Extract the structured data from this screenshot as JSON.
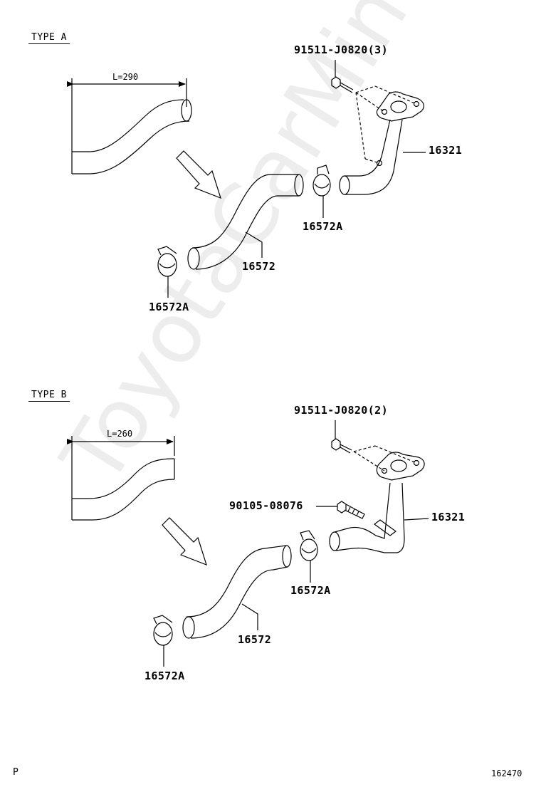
{
  "watermark": "ToyotaCarMine.ru",
  "type_a": {
    "title": "TYPE A",
    "length_label": "L=290",
    "bolt_label": "91511-J0820(3)",
    "pipe_label": "16321",
    "clamp_upper_label": "16572A",
    "hose_label": "16572",
    "clamp_lower_label": "16572A"
  },
  "type_b": {
    "title": "TYPE B",
    "length_label": "L=260",
    "bolt_label": "91511-J0820(2)",
    "stud_label": "90105-08076",
    "pipe_label": "16321",
    "clamp_upper_label": "16572A",
    "hose_label": "16572",
    "clamp_lower_label": "16572A"
  },
  "footer": {
    "corner_letter": "P",
    "figure_number": "162470"
  }
}
